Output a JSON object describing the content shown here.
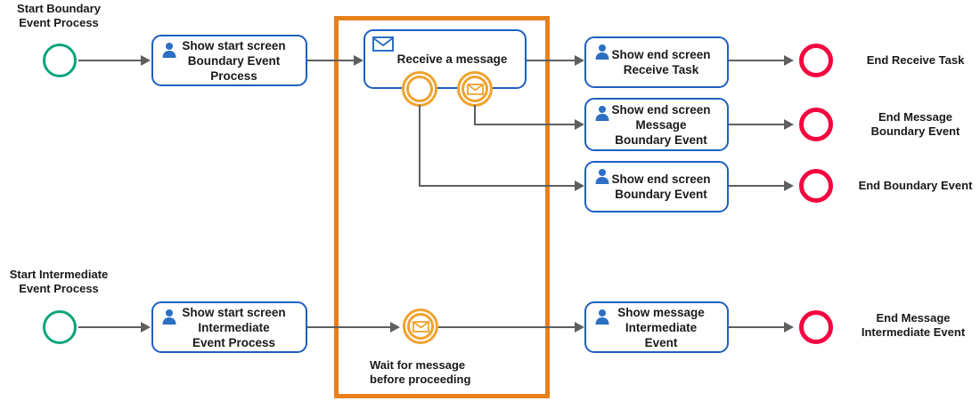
{
  "diagram": {
    "title": "BPMN Message Events Diagram",
    "type": "bpmn-process-diagram",
    "colors": {
      "start_event": "#0aa47b",
      "end_event": "#f5053f",
      "task_border": "#1f5fc0",
      "boundary_event": "#f0a32e",
      "group_frame": "#e8801a",
      "connector": "#5f5f5f",
      "text": "#1a1a1a"
    }
  },
  "lanes": {
    "boundary_process": {
      "start_label": "Start Boundary\nEvent Process",
      "start_task": "Show start screen\nBoundary Event\nProcess",
      "receive_task": "Receive a message",
      "end_tasks": [
        "Show end screen\nReceive Task",
        "Show end screen\nMessage\nBoundary Event",
        "Show end screen\nBoundary Event"
      ],
      "end_labels": [
        "End Receive Task",
        "End Message\nBoundary Event",
        "End Boundary Event"
      ]
    },
    "intermediate_process": {
      "start_label": "Start Intermediate\nEvent Process",
      "start_task": "Show start screen\nIntermediate\nEvent Process",
      "catch_event_label": "Wait for message\nbefore proceeding",
      "end_task": "Show message\nIntermediate\nEvent",
      "end_label": "End Message\nIntermediate Event"
    }
  },
  "icons": {
    "user": "user-icon",
    "envelope": "envelope-icon",
    "message_boundary": "message-boundary-event-icon",
    "blank_boundary": "blank-boundary-event-icon",
    "message_catch": "message-intermediate-catch-event-icon"
  }
}
